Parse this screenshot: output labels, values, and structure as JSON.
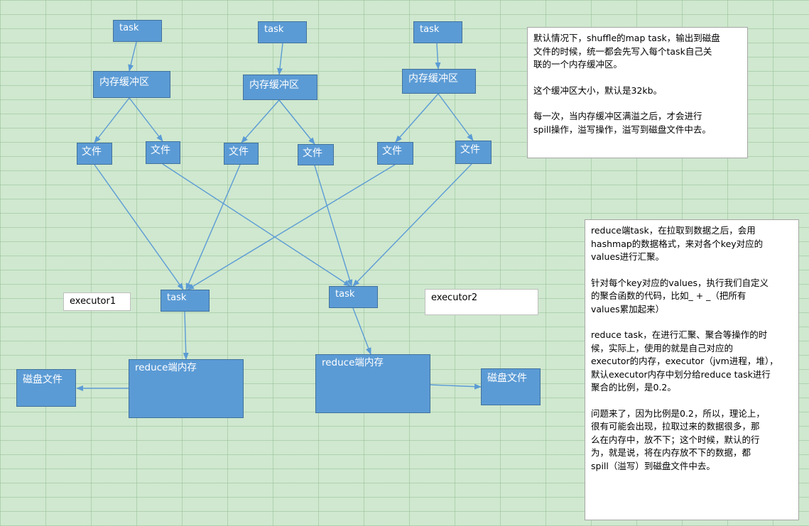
{
  "tasks_top": [
    "task",
    "task",
    "task"
  ],
  "buffers": [
    "内存缓冲区",
    "内存缓冲区",
    "内存缓冲区"
  ],
  "files": [
    "文件",
    "文件",
    "文件",
    "文件",
    "文件",
    "文件"
  ],
  "executors": [
    "executor1",
    "executor2"
  ],
  "tasks_reduce": [
    "task",
    "task"
  ],
  "reduce_memory": [
    "reduce端内存",
    "reduce端内存"
  ],
  "disk_files": [
    "磁盘文件",
    "磁盘文件"
  ],
  "note_map": {
    "p1": "默认情况下，shuffle的map task，输出到磁盘\n文件的时候，统一都会先写入每个task自己关\n联的一个内存缓冲区。",
    "p2": "这个缓冲区大小，默认是32kb。",
    "p3": "每一次，当内存缓冲区满溢之后，才会进行\nspill操作，溢写操作，溢写到磁盘文件中去。"
  },
  "note_reduce": {
    "p1": "reduce端task，在拉取到数据之后，会用\nhashmap的数据格式，来对各个key对应的\nvalues进行汇聚。",
    "p2": "针对每个key对应的values，执行我们自定义\n的聚合函数的代码，比如_ + _（把所有\nvalues累加起来）",
    "p3": "reduce task，在进行汇聚、聚合等操作的时\n候，实际上，使用的就是自己对应的\nexecutor的内存，executor（jvm进程，堆），\n默认executor内存中划分给reduce task进行\n聚合的比例，是0.2。",
    "p4": "问题来了，因为比例是0.2，所以，理论上，\n很有可能会出现，拉取过来的数据很多，那\n么在内存中，放不下；这个时候，默认的行\n为，就是说，将在内存放不下的数据，都\nspill（溢写）到磁盘文件中去。"
  },
  "colors": {
    "box_fill": "#5b9bd5",
    "box_border": "#41719c",
    "arrow": "#5b9bd5",
    "background": "#cfe8cf"
  }
}
